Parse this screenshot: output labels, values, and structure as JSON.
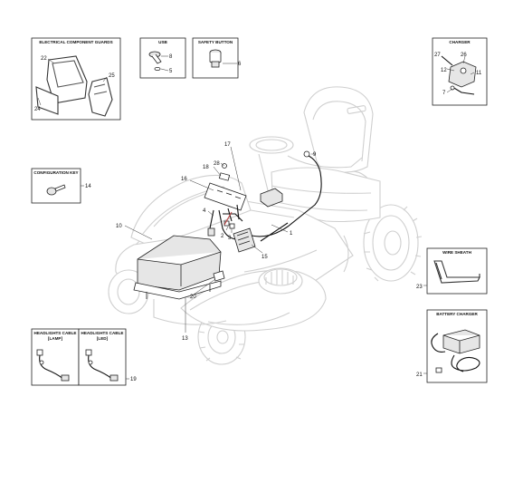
{
  "boxes": {
    "electrical_guards": {
      "title": "ELECTRICAL COMPONENT GUARDS",
      "parts": [
        "22",
        "25",
        "24"
      ]
    },
    "usb": {
      "title": "USB",
      "parts": [
        "8",
        "5"
      ]
    },
    "safety_button": {
      "title": "SAFETY BUTTON",
      "parts": [
        "6"
      ]
    },
    "charger": {
      "title": "CHARGER",
      "parts": [
        "27",
        "26",
        "12",
        "11",
        "7"
      ]
    },
    "configuration_key": {
      "title": "CONFIGURATION KEY",
      "parts": [
        "14"
      ]
    },
    "wire_sheath": {
      "title": "WIRE SHEATH",
      "parts": [
        "23"
      ]
    },
    "battery_charger": {
      "title": "BATTERY CHARGER",
      "parts": [
        "21"
      ]
    },
    "headlights_lamp": {
      "title_line1": "HEADLIGHTS CABLE",
      "title_line2": "[LAMP]"
    },
    "headlights_led": {
      "title_line1": "HEADLIGHTS CABLE",
      "title_line2": "[LED]",
      "parts": [
        "19"
      ]
    }
  },
  "main_parts": [
    "17",
    "9",
    "28",
    "18",
    "16",
    "4",
    "10",
    "2",
    "3",
    "1",
    "15",
    "13",
    "20"
  ]
}
